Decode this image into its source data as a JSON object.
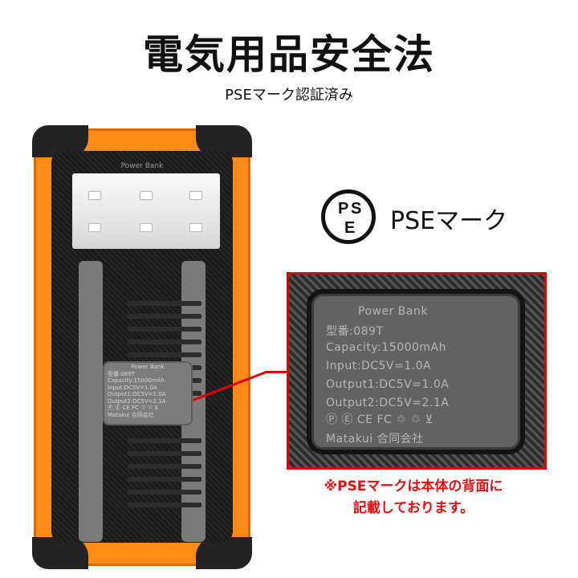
{
  "header": {
    "title": "電気用品安全法",
    "subtitle": "PSEマーク認証済み"
  },
  "product": {
    "label_top": "Power Bank",
    "plate_lines": [
      "Power Bank",
      "型番:089T",
      "Capacity:15000mAh",
      "Input:DC5V=1.0A",
      "Output1:DC5V=1.0A",
      "Output2:DC5V=2.1A",
      "Ⓟ Ⓔ CE FC ♲ ♲ ⊻",
      "Matakui 合同会社"
    ]
  },
  "zoom": {
    "lines": [
      "Power Bank",
      "型番:089T",
      "Capacity:15000mAh",
      "Input:DC5V=1.0A",
      "Output1:DC5V=1.0A",
      "Output2:DC5V=2.1A",
      "Ⓟ Ⓔ CE FC ♲ ♲ ⊻",
      "Matakui 合同会社"
    ]
  },
  "pse": {
    "mark_p": "P",
    "mark_s": "S",
    "mark_e": "E",
    "label": "PSEマーク"
  },
  "note": {
    "line1": "※PSEマークは本体の背面に",
    "line2": "記載しております。"
  },
  "colors": {
    "accent_orange": "#ff8a17",
    "highlight_red": "#e00000",
    "note_red": "#e01010"
  }
}
